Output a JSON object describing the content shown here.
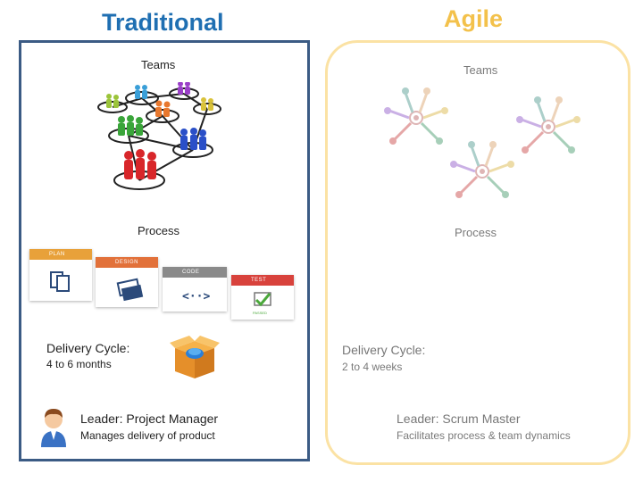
{
  "traditional": {
    "title": "Traditional",
    "teams_label": "Teams",
    "process_label": "Process",
    "process_steps": [
      "PLAN",
      "DESIGN",
      "CODE",
      "TEST"
    ],
    "test_badge": "PASSED",
    "delivery_label": "Delivery Cycle:",
    "delivery_value": "4 to 6 months",
    "leader_label": "Leader:  Project Manager",
    "leader_desc": "Manages delivery of product"
  },
  "agile": {
    "title": "Agile",
    "teams_label": "Teams",
    "process_label": "Process",
    "delivery_label": "Delivery Cycle:",
    "delivery_value": "2 to 4 weeks",
    "leader_label": "Leader:  Scrum Master",
    "leader_desc": "Facilitates process & team dynamics"
  },
  "colors": {
    "traditional_title": "#1f6fb2",
    "agile_title": "#f3c14b",
    "traditional_border": "#3b5b84",
    "agile_border": "#fbe2a4",
    "plan": "#e8a13a",
    "design": "#e2713a",
    "code": "#8a8a8a",
    "test": "#d8423c"
  }
}
